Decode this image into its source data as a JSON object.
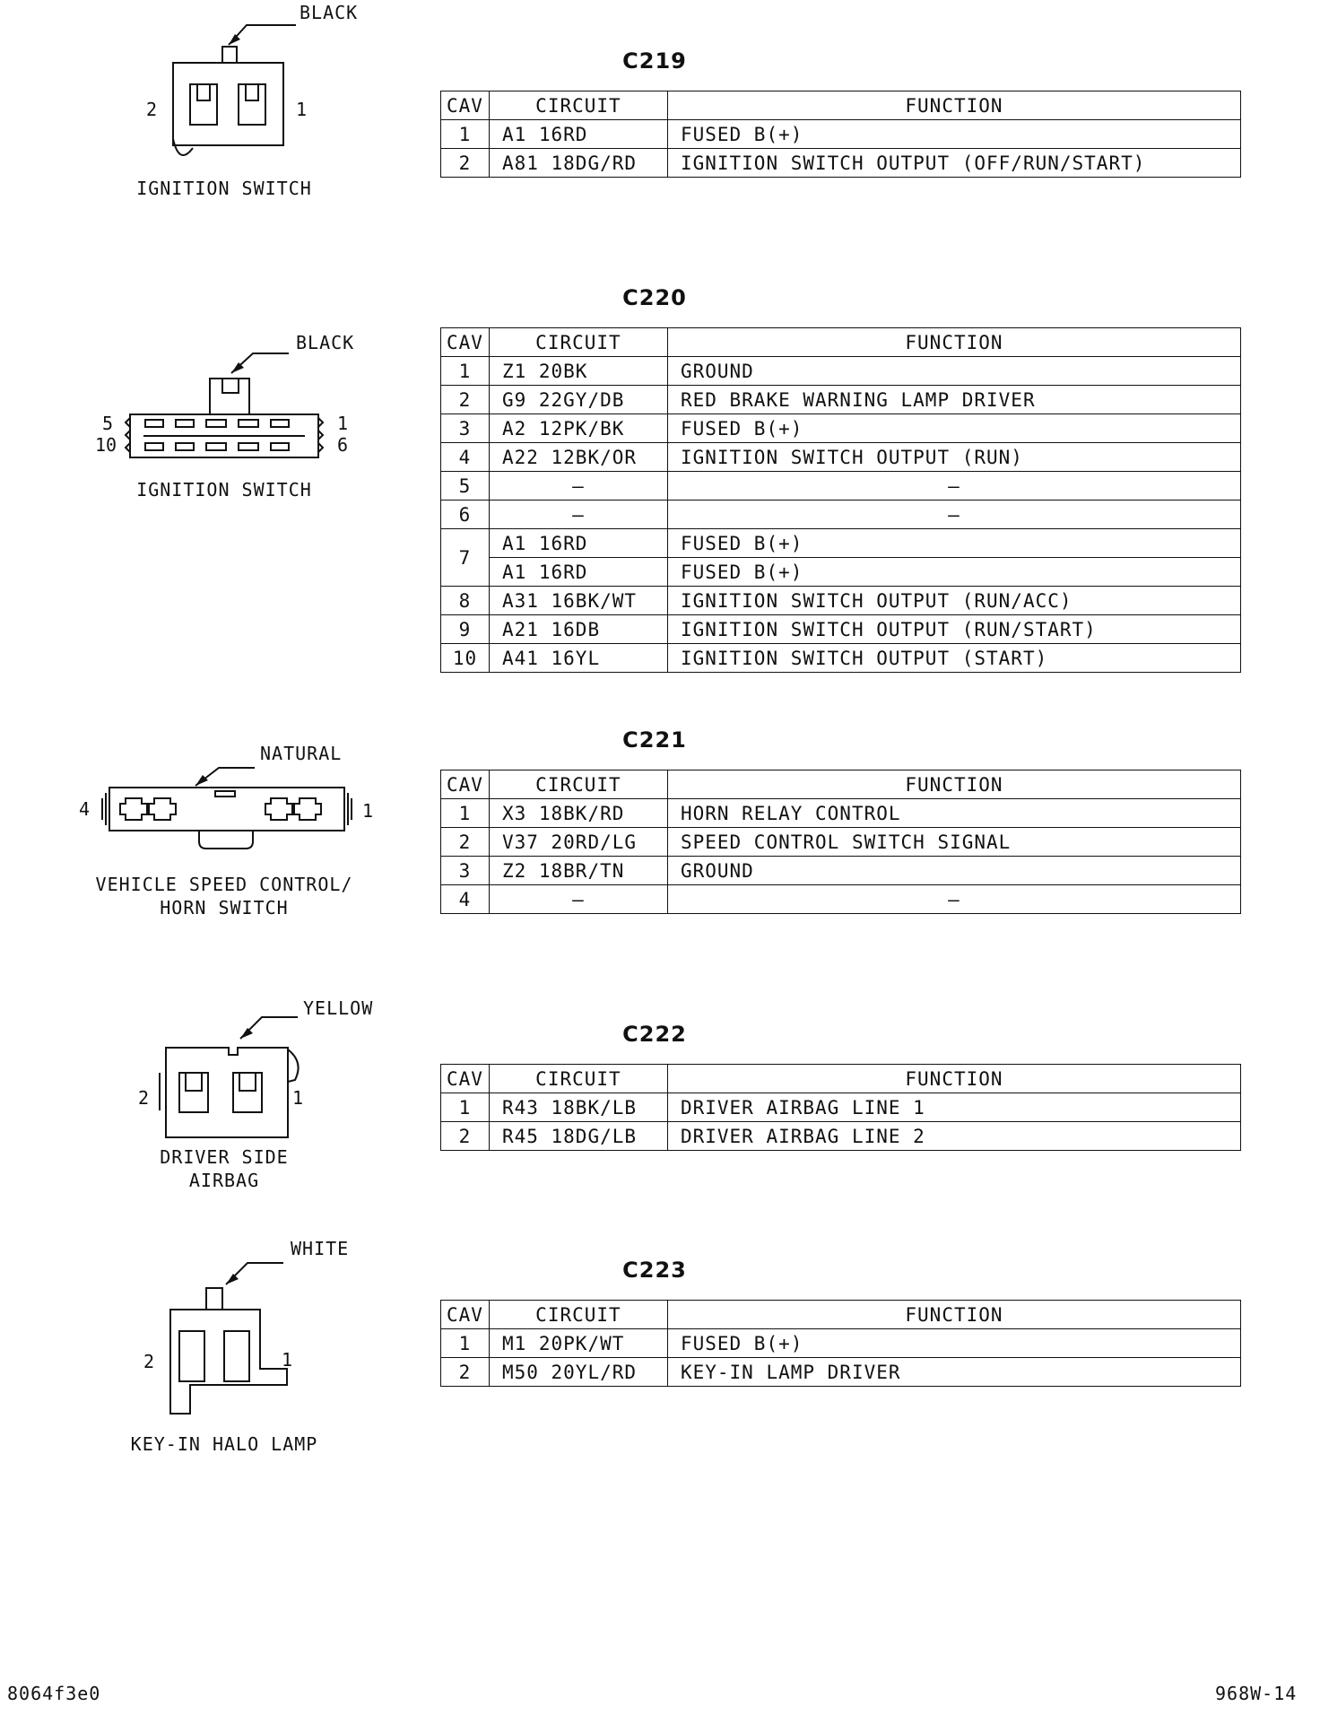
{
  "connectors": [
    {
      "id": "C219",
      "diagram": {
        "name": [
          "IGNITION SWITCH"
        ],
        "color": "BLACK",
        "pin_left": "2",
        "pin_right": "1"
      },
      "headers": {
        "cav": "CAV",
        "circuit": "CIRCUIT",
        "function": "FUNCTION"
      },
      "rows": [
        {
          "cav": "1",
          "circuit": "A1  16RD",
          "function": "FUSED B(+)"
        },
        {
          "cav": "2",
          "circuit": "A81  18DG/RD",
          "function": "IGNITION SWITCH OUTPUT (OFF/RUN/START)"
        }
      ]
    },
    {
      "id": "C220",
      "diagram": {
        "name": [
          "IGNITION SWITCH"
        ],
        "color": "BLACK",
        "pins": [
          "5",
          "10",
          "1",
          "6"
        ]
      },
      "headers": {
        "cav": "CAV",
        "circuit": "CIRCUIT",
        "function": "FUNCTION"
      },
      "rows": [
        {
          "cav": "1",
          "circuit": "Z1  20BK",
          "function": "GROUND"
        },
        {
          "cav": "2",
          "circuit": "G9  22GY/DB",
          "function": "RED BRAKE WARNING LAMP DRIVER"
        },
        {
          "cav": "3",
          "circuit": "A2  12PK/BK",
          "function": "FUSED B(+)"
        },
        {
          "cav": "4",
          "circuit": "A22  12BK/OR",
          "function": "IGNITION SWITCH OUTPUT (RUN)"
        },
        {
          "cav": "5",
          "circuit": "–",
          "function": "–"
        },
        {
          "cav": "6",
          "circuit": "–",
          "function": "–"
        },
        {
          "cav": "7",
          "circuit": "A1  16RD",
          "function": "FUSED B(+)",
          "rowspan": 2
        },
        {
          "cav": "",
          "circuit": "A1  16RD",
          "function": "FUSED B(+)",
          "continued": true
        },
        {
          "cav": "8",
          "circuit": "A31  16BK/WT",
          "function": "IGNITION SWITCH OUTPUT (RUN/ACC)"
        },
        {
          "cav": "9",
          "circuit": "A21  16DB",
          "function": "IGNITION SWITCH OUTPUT (RUN/START)"
        },
        {
          "cav": "10",
          "circuit": "A41  16YL",
          "function": "IGNITION SWITCH OUTPUT (START)"
        }
      ]
    },
    {
      "id": "C221",
      "diagram": {
        "name": [
          "VEHICLE SPEED CONTROL/",
          "HORN SWITCH"
        ],
        "color": "NATURAL",
        "pin_left": "4",
        "pin_right": "1"
      },
      "headers": {
        "cav": "CAV",
        "circuit": "CIRCUIT",
        "function": "FUNCTION"
      },
      "rows": [
        {
          "cav": "1",
          "circuit": "X3  18BK/RD",
          "function": "HORN RELAY CONTROL"
        },
        {
          "cav": "2",
          "circuit": "V37  20RD/LG",
          "function": "SPEED CONTROL SWITCH SIGNAL"
        },
        {
          "cav": "3",
          "circuit": "Z2  18BR/TN",
          "function": "GROUND"
        },
        {
          "cav": "4",
          "circuit": "–",
          "function": "–"
        }
      ]
    },
    {
      "id": "C222",
      "diagram": {
        "name": [
          "DRIVER SIDE",
          "AIRBAG"
        ],
        "color": "YELLOW",
        "pin_left": "2",
        "pin_right": "1"
      },
      "headers": {
        "cav": "CAV",
        "circuit": "CIRCUIT",
        "function": "FUNCTION"
      },
      "rows": [
        {
          "cav": "1",
          "circuit": "R43  18BK/LB",
          "function": "DRIVER AIRBAG LINE 1"
        },
        {
          "cav": "2",
          "circuit": "R45  18DG/LB",
          "function": "DRIVER AIRBAG LINE 2"
        }
      ]
    },
    {
      "id": "C223",
      "diagram": {
        "name": [
          "KEY-IN HALO LAMP"
        ],
        "color": "WHITE",
        "pin_left": "2",
        "pin_right": "1"
      },
      "headers": {
        "cav": "CAV",
        "circuit": "CIRCUIT",
        "function": "FUNCTION"
      },
      "rows": [
        {
          "cav": "1",
          "circuit": "M1  20PK/WT",
          "function": "FUSED B(+)"
        },
        {
          "cav": "2",
          "circuit": "M50  20YL/RD",
          "function": "KEY-IN LAMP DRIVER"
        }
      ]
    }
  ],
  "footer": {
    "left": "8064f3e0",
    "right": "968W-14"
  }
}
